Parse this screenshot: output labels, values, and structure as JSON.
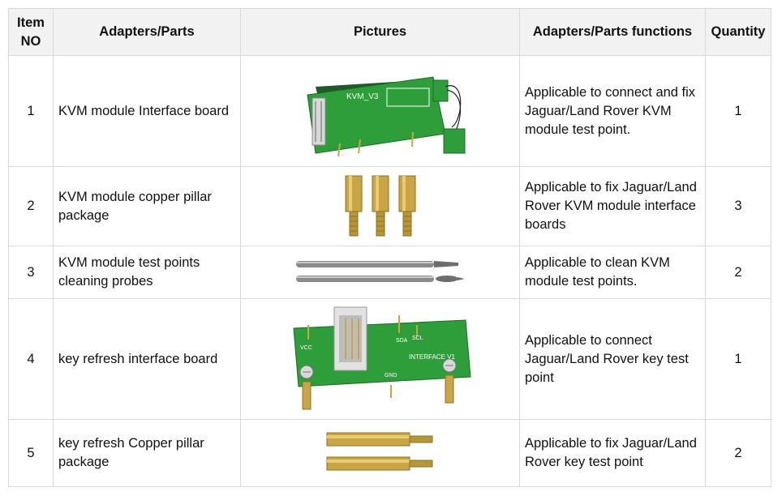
{
  "table": {
    "headers": {
      "item_no": "Item NO",
      "adapters": "Adapters/Parts",
      "pictures": "Pictures",
      "functions": "Adapters/Parts functions",
      "quantity": "Quantity"
    },
    "rows": [
      {
        "no": "1",
        "name": "KVM module Interface board",
        "picture_icon": "kvm-interface-board-image",
        "board_label": "KVM_V3",
        "function": "Applicable to connect and fix Jaguar/Land Rover KVM module test point.",
        "quantity": "1"
      },
      {
        "no": "2",
        "name": "KVM module copper pillar package",
        "picture_icon": "copper-pillars-image",
        "function": "Applicable to fix Jaguar/Land Rover KVM module interface boards",
        "quantity": "3"
      },
      {
        "no": "3",
        "name": "KVM module test points cleaning probes",
        "picture_icon": "cleaning-probes-image",
        "function": "Applicable to clean KVM module test points.",
        "quantity": "2"
      },
      {
        "no": "4",
        "name": "key refresh interface board",
        "picture_icon": "key-refresh-board-image",
        "board_label": "INTERFACE V1",
        "pin_labels": [
          "VCC",
          "SDA",
          "SCL",
          "GND"
        ],
        "function": "Applicable to connect Jaguar/Land Rover key test point",
        "quantity": "1"
      },
      {
        "no": "5",
        "name": "key refresh Copper pillar package",
        "picture_icon": "long-copper-pillars-image",
        "function": "Applicable to fix Jaguar/Land Rover key test point",
        "quantity": "2"
      }
    ]
  },
  "colors": {
    "pcb_green": "#2e9e3a",
    "brass": "#c9a544",
    "steel": "#8a8a8a",
    "header_bg": "#f2f2f2",
    "border": "#d9d9d9"
  }
}
